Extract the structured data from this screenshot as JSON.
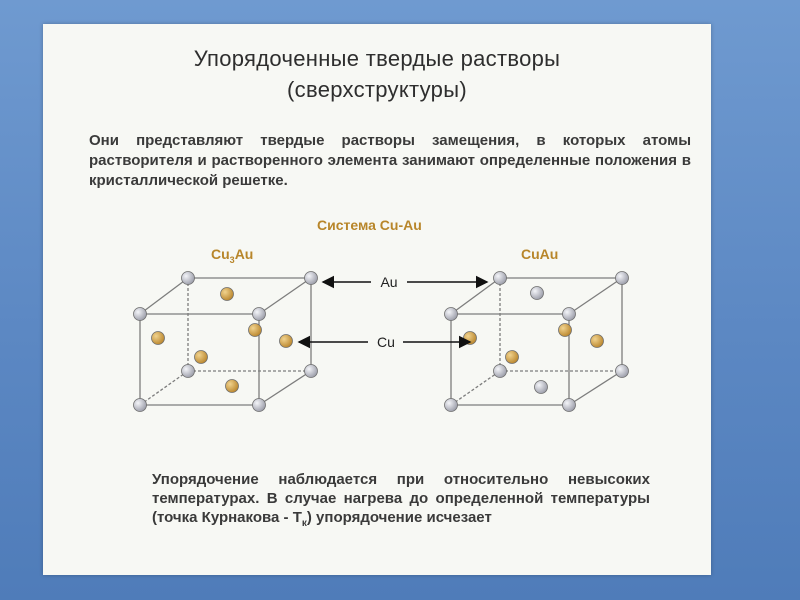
{
  "title_line1": "Упорядоченные твердые растворы",
  "title_line2": "(сверхструктуры)",
  "intro": "Они представляют твердые растворы замещения, в которых атомы растворителя и растворенного элемента занимают определенные положения в кристаллической решетке.",
  "system_label": "Система Cu-Au",
  "left_formula_base": "Cu",
  "left_formula_sub": "3",
  "left_formula_tail": "Au",
  "right_formula": "CuAu",
  "arrow_au_label": "Au",
  "arrow_cu_label": "Cu",
  "outro_main": "Упорядочение наблюдается при относительно невысоких температурах. В случае нагрева до определенной температуры (точка Курнакова - Т",
  "outro_sub": "к",
  "outro_tail": ") упорядочение исчезает",
  "colors": {
    "au_atom": "#b8bac4",
    "cu_atom": "#d5a54a",
    "accent_text": "#b8862a",
    "background": "#5c88c3"
  }
}
